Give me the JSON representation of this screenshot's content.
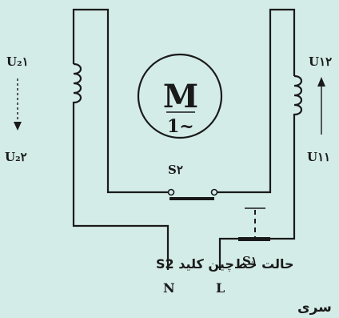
{
  "diagram": {
    "motor_label": "M",
    "motor_symbol": "1~",
    "left_coil_top_label": "U₂١",
    "left_coil_bottom_label": "U₂٢",
    "right_coil_top_label": "U١٢",
    "right_coil_bottom_label": "U١١",
    "switch_s2_label": "S٢",
    "switch_s1_label": "S١",
    "terminal_n_label": "N",
    "terminal_l_label": "L",
    "s2_mode_caption": "حالت خط‌چین کلید S2",
    "connection_caption": "سری"
  }
}
